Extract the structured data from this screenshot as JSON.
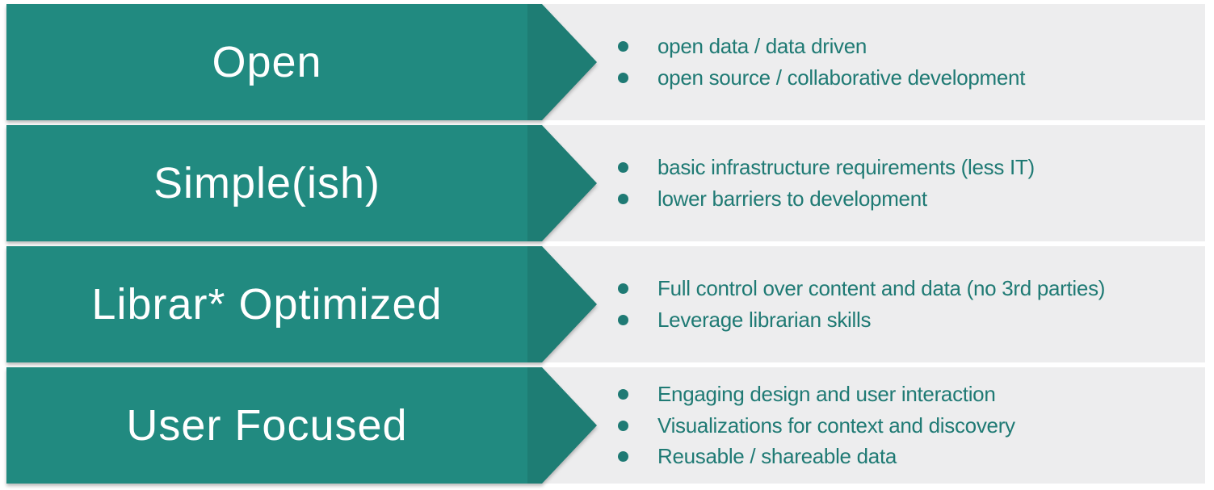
{
  "colors": {
    "arrow_body": "#218a80",
    "arrow_head": "#1e7d74",
    "bullet_color": "#1f7a74",
    "band_bg": "#ededee",
    "label_color": "#ffffff",
    "page_bg": "#ffffff"
  },
  "icons": {
    "bullet": "filled-circle",
    "arrow": "right-pointing-banner-arrow"
  },
  "rows": [
    {
      "label": "Open",
      "bullets": [
        "open data / data driven",
        "open source / collaborative development"
      ]
    },
    {
      "label": "Simple(ish)",
      "bullets": [
        "basic infrastructure requirements (less IT)",
        "lower barriers to development"
      ]
    },
    {
      "label": "Librar* Optimized",
      "bullets": [
        "Full control over content and data (no 3rd parties)",
        "Leverage librarian skills"
      ]
    },
    {
      "label": "User Focused",
      "bullets": [
        "Engaging design and user interaction",
        "Visualizations for context and discovery",
        "Reusable / shareable data"
      ]
    }
  ]
}
